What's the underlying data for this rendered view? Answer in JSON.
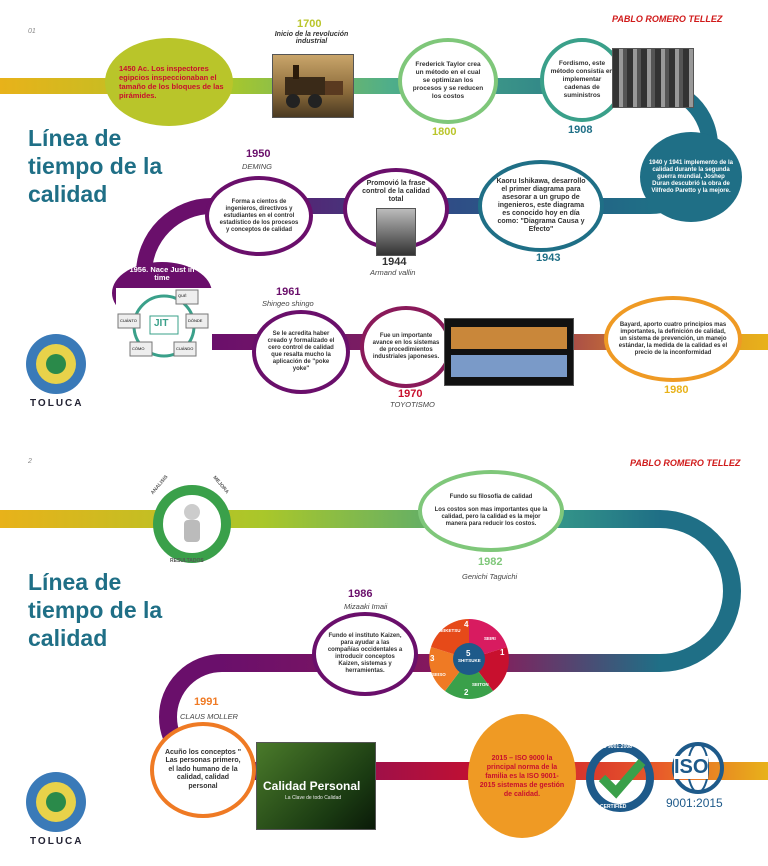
{
  "page1": {
    "num": "01",
    "author": "PABLO ROMERO TELLEZ",
    "title": "Línea de tiempo de la calidad",
    "logo_text": "TOLUCA",
    "events": {
      "e1450": {
        "text": "1450 Ac. Los inspectores egipcios inspeccionaban el tamaño de los bloques de las pirámides."
      },
      "e1700": {
        "year": "1700",
        "caption": "Inicio de la revolución industrial"
      },
      "e1800": {
        "year": "1800",
        "text": "Frederick Taylor crea un método en el cual se optimizan los procesos y se reducen los costos"
      },
      "e1908": {
        "year": "1908",
        "text": "Fordismo, este método consistía en implementar cadenas de suministros"
      },
      "e1940": {
        "text": "1940 y 1941 implemento de la calidad durante la segunda guerra mundial, Joshep Duran descubrió la obra de Vilfredo Paretto y la mejore."
      },
      "e1943": {
        "year": "1943",
        "text": "Kaoru Ishikawa, desarrollo el primer diagrama para asesorar a un grupo de ingenieros, este diagrama es conocido hoy en día como: \"Diagrama Causa y Efecto\""
      },
      "e1944": {
        "year": "1944",
        "name": "Armand vallin",
        "text": "Promovió la frase control de la calidad total"
      },
      "e1950": {
        "year": "1950",
        "name": "DEMING",
        "text": "Forma a cientos de ingenieros, directivos y estudiantes en el control estadístico de los procesos y conceptos de calidad"
      },
      "e1956": {
        "text": "1956. Nace Just in time",
        "jit_labels": [
          "QUÉ",
          "DÓNDE",
          "CUÁNDO",
          "CUÁNTO",
          "CÓMO"
        ],
        "jit_center": "JIT"
      },
      "e1961": {
        "year": "1961",
        "name": "Shingeo shingo",
        "text": "Se le acredita haber creado y formalizado el cero control de calidad que resalta mucho la aplicación de \"poke yoke\""
      },
      "e1970": {
        "year": "1970",
        "name": "TOYOTISMO",
        "text": "Fue un importante avance en los sistemas de procedimientos industriales japoneses."
      },
      "e1980": {
        "year": "1980",
        "text": "Bayard, aporto cuatro principios mas importantes, la definición de calidad, un sistema de prevención, un manejo estándar, la medida de la calidad es el precio de la inconformidad"
      }
    }
  },
  "page2": {
    "num": "2",
    "author": "PABLO ROMERO TELLEZ",
    "title": "Línea de tiempo de la calidad",
    "logo_text": "TOLUCA",
    "cycle_words": [
      "ANALISIS",
      "MEJORA",
      "RESULTADOS"
    ],
    "events": {
      "e1982": {
        "year": "1982",
        "name": "Genichi Taguichi",
        "text1": "Fundo su filosofía de calidad",
        "text2": "Los costos son mas importantes que la calidad, pero la calidad es la mejor manera para reducir los costos."
      },
      "e1986": {
        "year": "1986",
        "name": "Mizaaki Imaii",
        "text": "Fundo el instituto Kaizen, para ayudar a las compañías occidentales a introducir conceptos Kaizen, sistemas y herramientas."
      },
      "e5s": {
        "items": [
          "SEIRI",
          "SEITON",
          "SEISO",
          "SEIKETSU",
          "SHITSUKE"
        ],
        "nums": [
          "1",
          "2",
          "3",
          "4",
          "5"
        ]
      },
      "e1991": {
        "year": "1991",
        "name": "CLAUS MOLLER",
        "text": "Acuño los conceptos \" Las personas primero, el lado humano de la calidad, calidad personal",
        "photo_title": "Calidad Personal",
        "photo_sub": "La Clave de todo Calidad"
      },
      "e2015": {
        "text": "2015 – ISO 9000 la principal norma de la familia es la ISO 9001-2015 sistemas de gestión de calidad.",
        "iso_badge": "ISO 9001:2008",
        "iso_certified": "CERTIFIED",
        "iso_logo": "ISO",
        "iso_num": "9001:2015"
      }
    }
  },
  "colors": {
    "yellow": "#e8b21a",
    "lime": "#b9c52a",
    "teal": "#1f6f86",
    "purple": "#6a0f6b",
    "green": "#7fc77a",
    "orange": "#ef9a24",
    "red": "#c8102e",
    "navy": "#1e5a8a"
  }
}
